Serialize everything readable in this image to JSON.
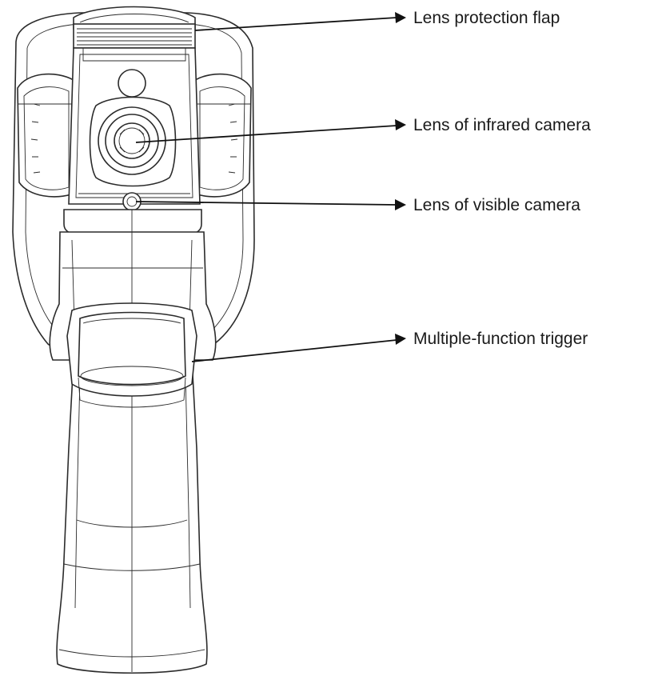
{
  "callouts": [
    {
      "id": "lens-protection-flap",
      "label": "Lens protection flap"
    },
    {
      "id": "lens-infrared-camera",
      "label": "Lens of infrared camera"
    },
    {
      "id": "lens-visible-camera",
      "label": "Lens of visible camera"
    },
    {
      "id": "multiple-function-trigger",
      "label": "Multiple-function trigger"
    }
  ],
  "colors": {
    "line": "#2b2b2b",
    "background": "#ffffff",
    "text": "#1a1a1a"
  }
}
